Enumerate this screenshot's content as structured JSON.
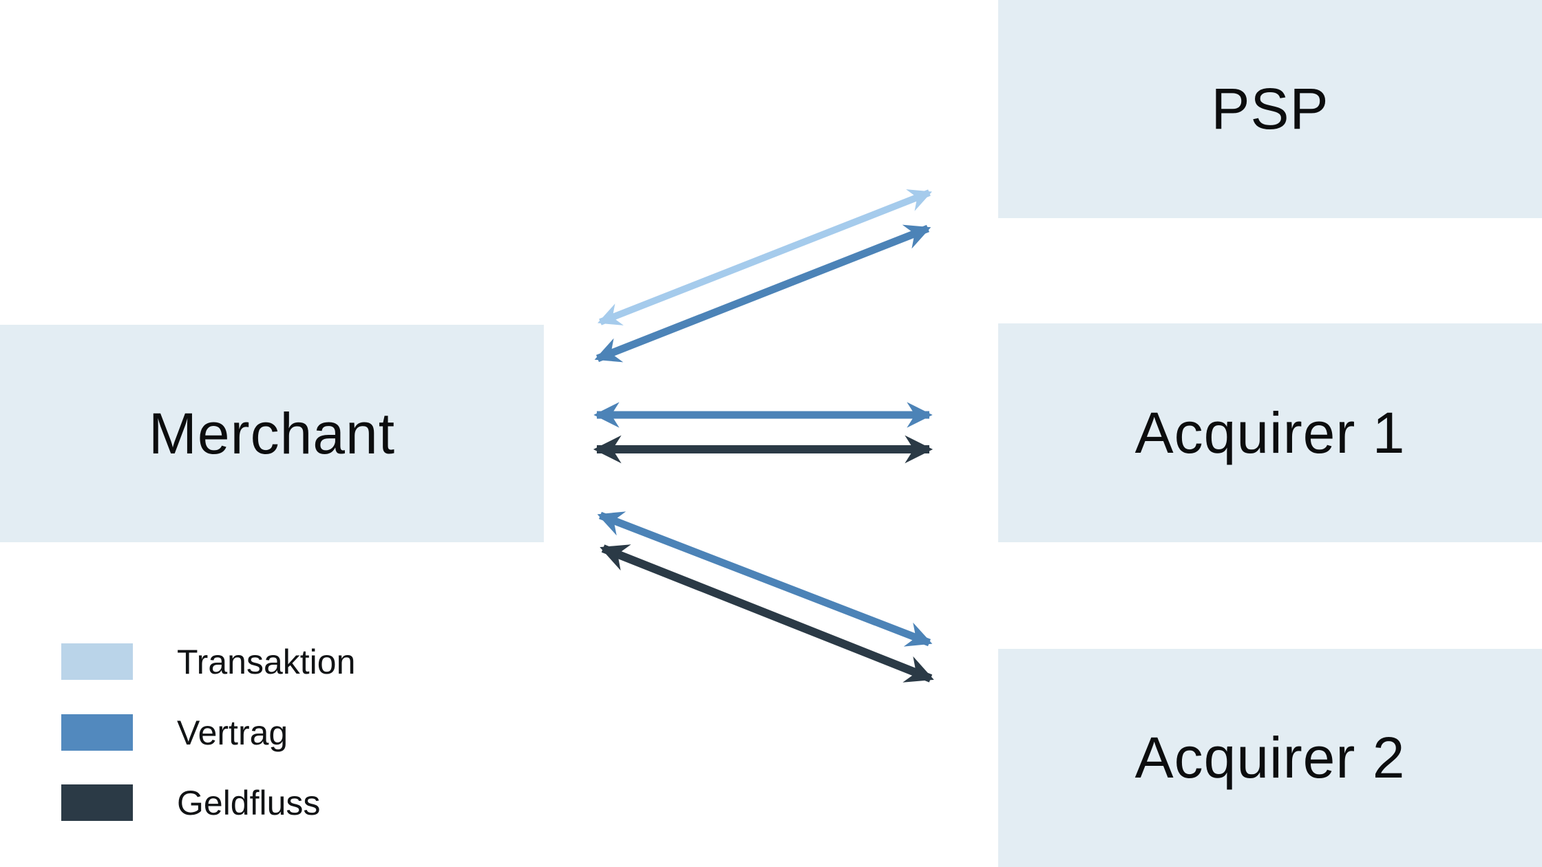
{
  "diagram": {
    "nodes": {
      "merchant": {
        "label": "Merchant"
      },
      "psp": {
        "label": "PSP"
      },
      "acquirer1": {
        "label": "Acquirer 1"
      },
      "acquirer2": {
        "label": "Acquirer 2"
      }
    },
    "edges": [
      {
        "from": "merchant",
        "to": "psp",
        "type": "transaktion",
        "bidirectional": true
      },
      {
        "from": "merchant",
        "to": "psp",
        "type": "vertrag",
        "bidirectional": true
      },
      {
        "from": "merchant",
        "to": "acquirer1",
        "type": "vertrag",
        "bidirectional": true
      },
      {
        "from": "merchant",
        "to": "acquirer1",
        "type": "geldfluss",
        "bidirectional": true
      },
      {
        "from": "merchant",
        "to": "acquirer2",
        "type": "vertrag",
        "bidirectional": true
      },
      {
        "from": "merchant",
        "to": "acquirer2",
        "type": "geldfluss",
        "bidirectional": true
      }
    ],
    "legend": {
      "items": [
        {
          "id": "transaktion",
          "label": "Transaktion",
          "color": "#bad4e9"
        },
        {
          "id": "vertrag",
          "label": "Vertrag",
          "color": "#5289be"
        },
        {
          "id": "geldfluss",
          "label": "Geldfluss",
          "color": "#2b3a46"
        }
      ]
    },
    "colors": {
      "node_fill": "#e3edf3",
      "text": "#0c0d0e",
      "flows": {
        "transaktion": "#a5cbec",
        "vertrag": "#4c83b7",
        "geldfluss": "#2b3a46"
      }
    }
  }
}
